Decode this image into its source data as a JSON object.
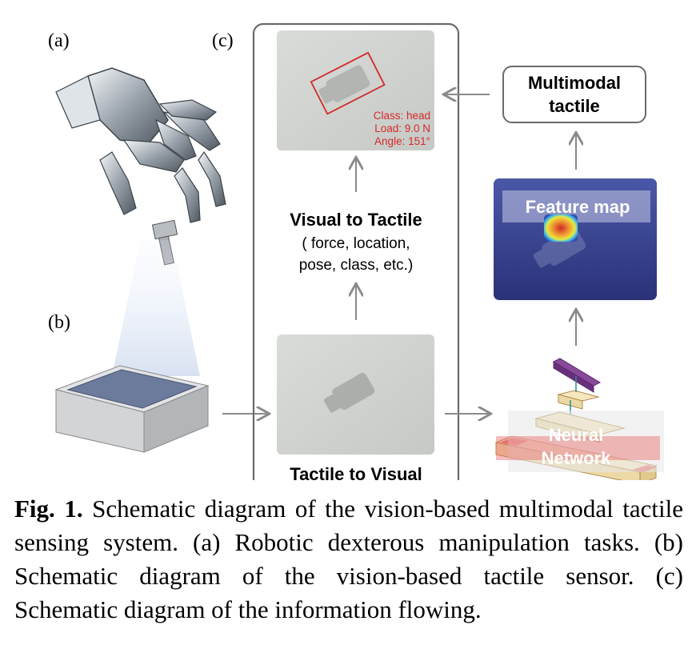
{
  "labels": {
    "a": "(a)",
    "b": "(b)",
    "c": "(c)"
  },
  "tactile_image_top": {
    "class_text": "Class: head",
    "load_text": "Load: 9.0 N",
    "angle_text": "Angle: 151°"
  },
  "visual_to_tactile": {
    "title": "Visual to Tactile",
    "line1": "( force, location,",
    "line2": "pose, class, etc.)"
  },
  "tactile_to_visual": "Tactile to Visual",
  "multimodal": {
    "line1": "Multimodal",
    "line2": "tactile"
  },
  "feature_map": "Feature map",
  "neural_network": {
    "line1": "Neural",
    "line2": "Network"
  },
  "caption": {
    "fig_label": "Fig. 1.",
    "text": " Schematic diagram of the vision-based multimodal tactile sensing system. (a) Robotic dexterous manipulation tasks. (b) Schematic diagram of the vision-based tactile sensor. (c) Schematic diagram of the information flowing."
  },
  "colors": {
    "annotation_red": "#d42a2a",
    "arrow_gray": "#8a8a8a",
    "feature_map_bg": "#2f3a86",
    "nn_top_layer": "#7a3a8c",
    "nn_layer": "#f3e5b8",
    "nn_red": "#e86a6a"
  }
}
